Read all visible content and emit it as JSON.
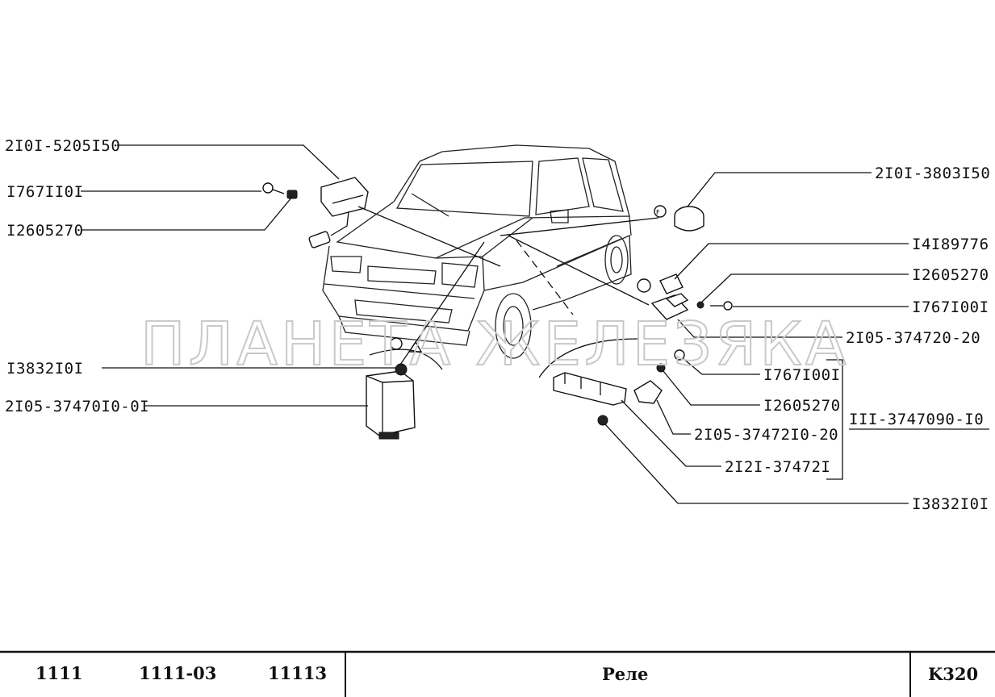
{
  "labels": {
    "l1": "2I0I-5205I50",
    "l2": "I767II0I",
    "l3": "I2605270",
    "l4": "I3832I0I",
    "l5": "2I05-37470I0-0I",
    "r1": "2I0I-3803I50",
    "r2": "I4I89776",
    "r3": "I2605270",
    "r4": "I767I00I",
    "r5": "2I05-374720-20",
    "m1": "I767I00I",
    "m2": "I2605270",
    "m3": "2I05-37472I0-20",
    "m4": "2I2I-37472I",
    "m5": "I3832I0I",
    "group": "III-3747090-I0"
  },
  "watermark": "ПЛАНЕТА ЖЕЛЕЗЯКА",
  "footer": {
    "model1": "1111",
    "model2": "1111-03",
    "model3": "11113",
    "title": "Реле",
    "code": "K320"
  }
}
